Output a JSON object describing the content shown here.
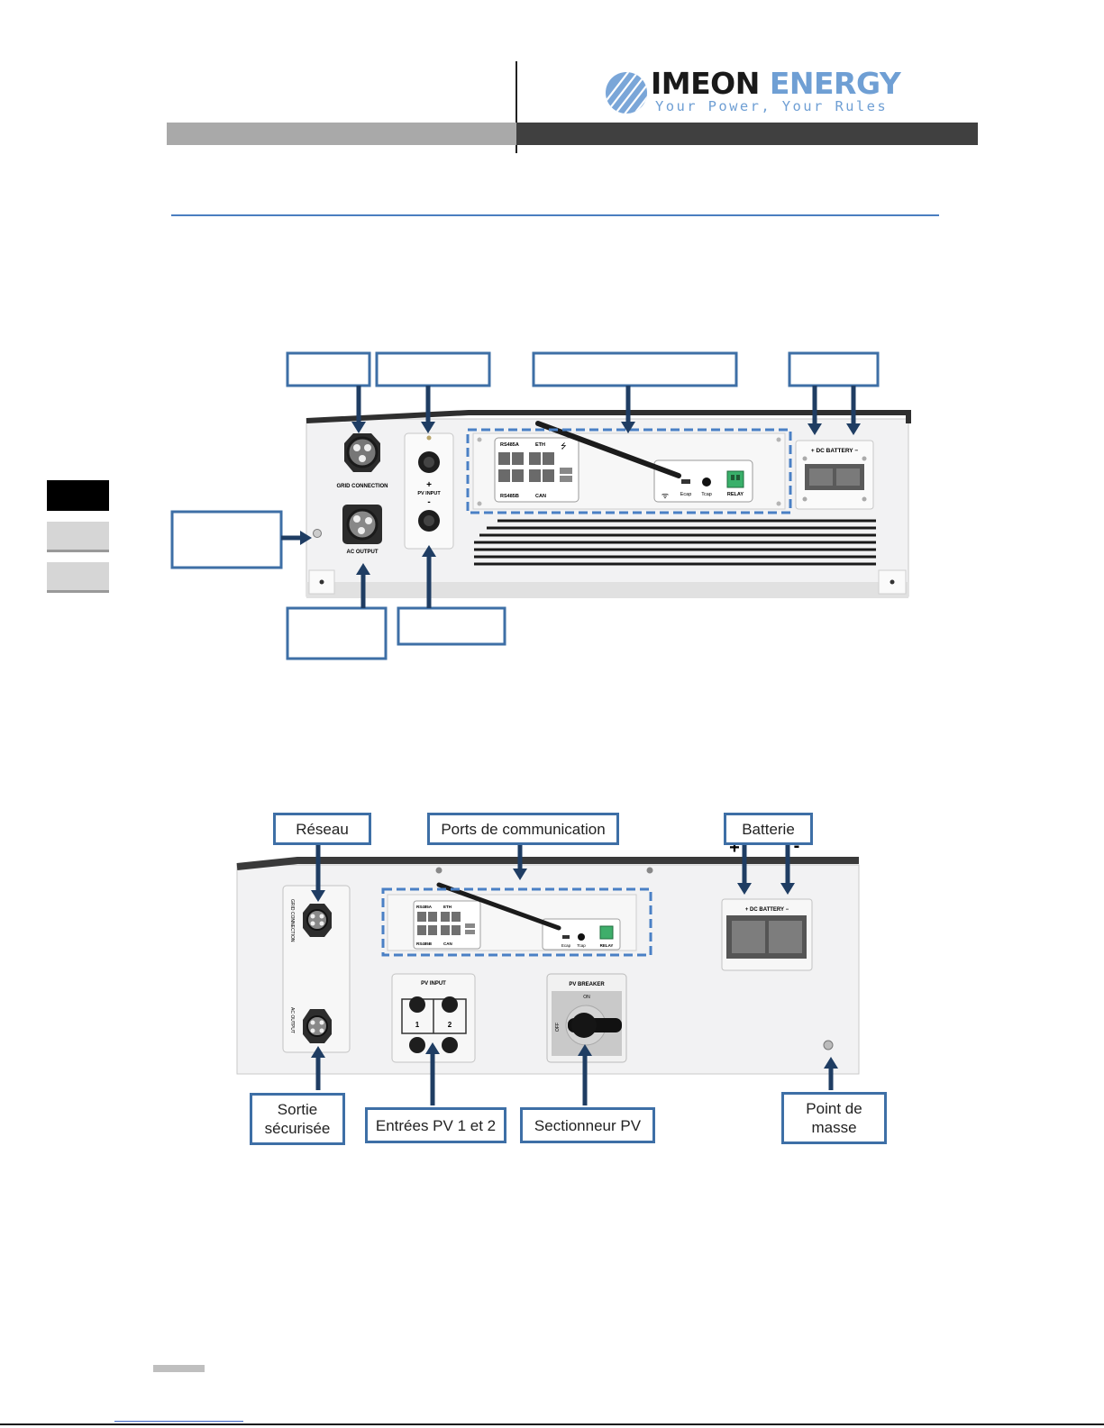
{
  "header": {
    "brand_primary": "IMEON",
    "brand_secondary": "ENERGY",
    "tagline": "Your Power, Your Rules"
  },
  "figure1": {
    "panel_labels": {
      "grid_connection": "GRID CONNECTION",
      "ac_output": "AC OUTPUT",
      "pv_input": "PV INPUT",
      "plus": "+",
      "minus": "-",
      "rs485a": "RS485A",
      "rs485b": "RS485B",
      "eth": "ETH",
      "can": "CAN",
      "ecap": "Ecap",
      "tcap": "Tcap",
      "relay": "RELAY",
      "dc_battery": "+ DC BATTERY −"
    }
  },
  "figure2": {
    "callouts": {
      "reseau": "Réseau",
      "ports": "Ports de communication",
      "batterie": "Batterie",
      "sortie": "Sortie sécurisée",
      "entrees": "Entrées PV 1 et 2",
      "sectionneur": "Sectionneur PV",
      "masse": "Point de masse"
    },
    "battery_plus": "+",
    "battery_minus": "-",
    "panel_labels": {
      "grid_connection": "GRID CONNECTION",
      "ac_output": "AC OUTPUT",
      "pv_input": "PV INPUT",
      "pv_breaker": "PV BREAKER",
      "pv1": "1",
      "pv2": "2",
      "on": "ON",
      "off": "OFF",
      "rs485a": "RS485A",
      "rs485b": "RS485B",
      "eth": "ETH",
      "can": "CAN",
      "ecap": "Ecap",
      "tcap": "Tcap",
      "relay": "RELAY",
      "dc_battery": "+ DC BATTERY −"
    }
  },
  "colors": {
    "callout_border": "#3e6fa6",
    "arrow": "#1f3d63",
    "dashed": "#4a80c5",
    "header_light": "#a9a9a9",
    "header_dark": "#404040",
    "brand_blue": "#6f9fd4"
  }
}
